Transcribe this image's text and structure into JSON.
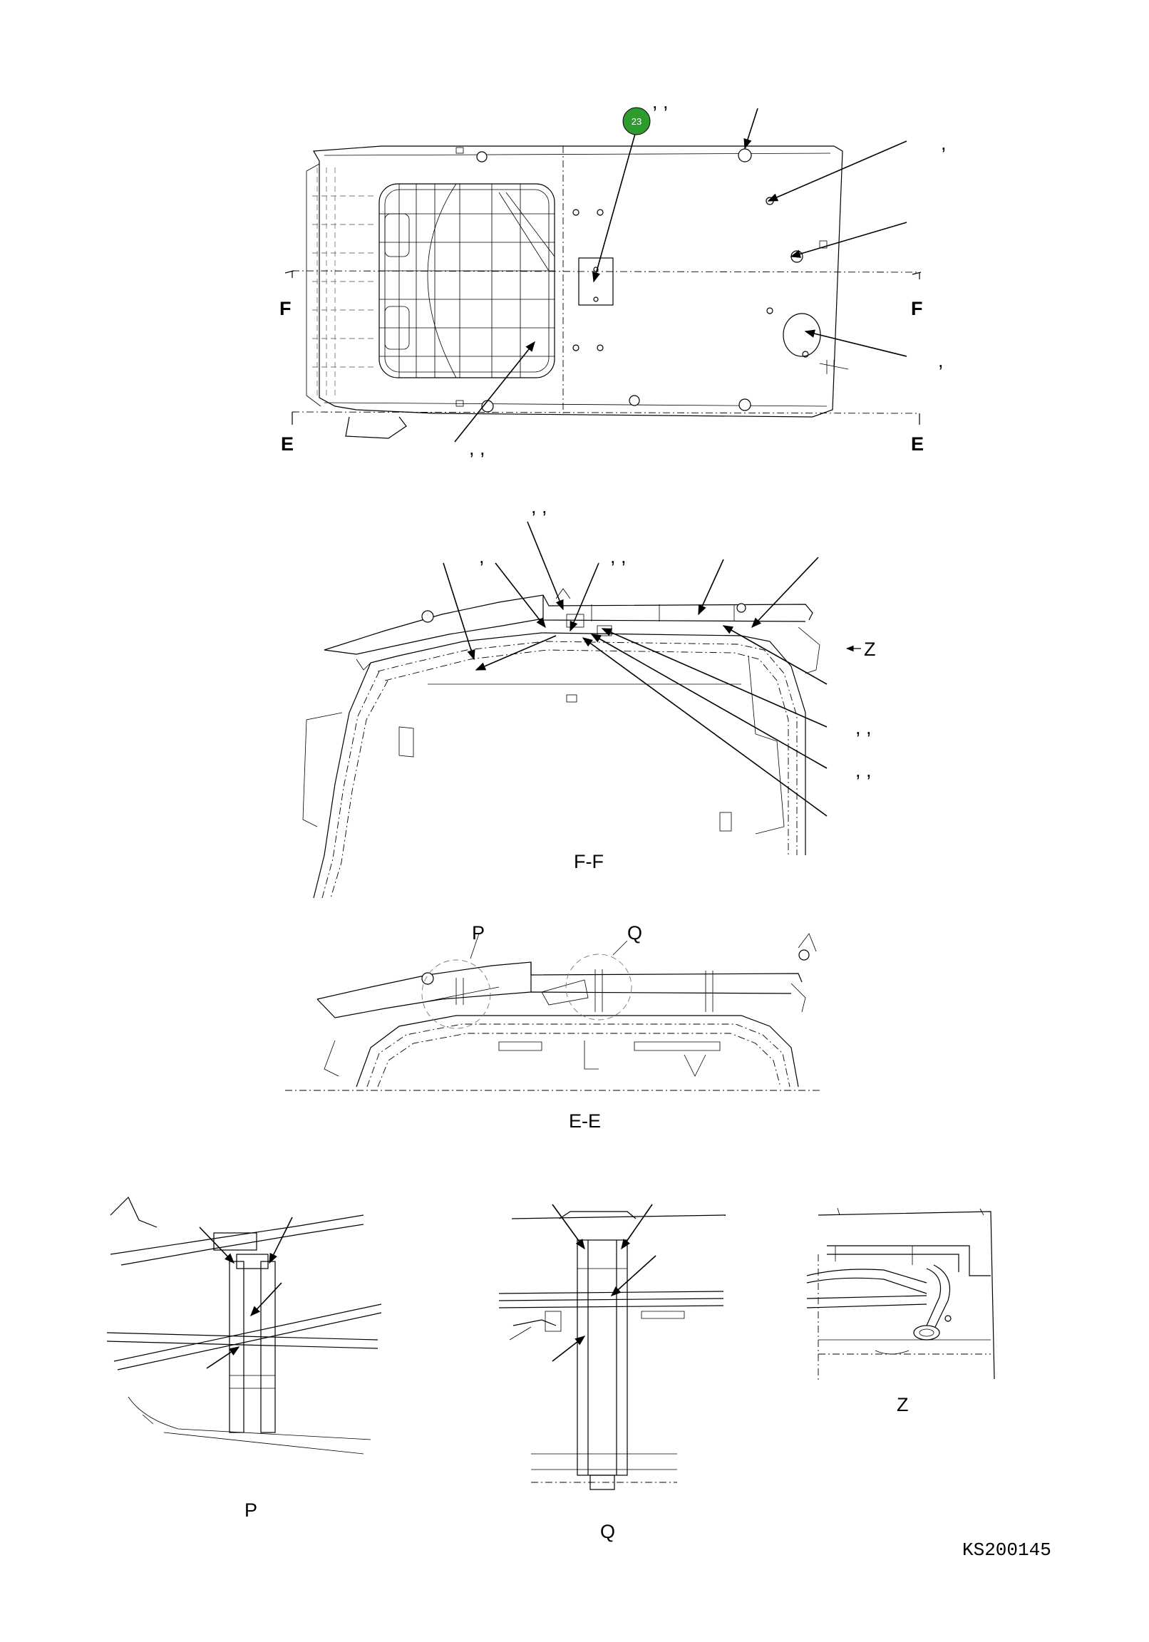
{
  "badge": {
    "number": "23",
    "color": "#2e9b2e"
  },
  "section_marks": {
    "f_left": "F",
    "f_right": "F",
    "e_left": "E",
    "e_right": "E"
  },
  "view_labels": {
    "ff": "F-F",
    "ee": "E-E",
    "p_callout": "P",
    "q_callout": "Q",
    "z_arrow": "Z",
    "detail_p": "P",
    "detail_q": "Q",
    "detail_z": "Z"
  },
  "drawing_code": "KS200145",
  "tick_marks": ", ,"
}
